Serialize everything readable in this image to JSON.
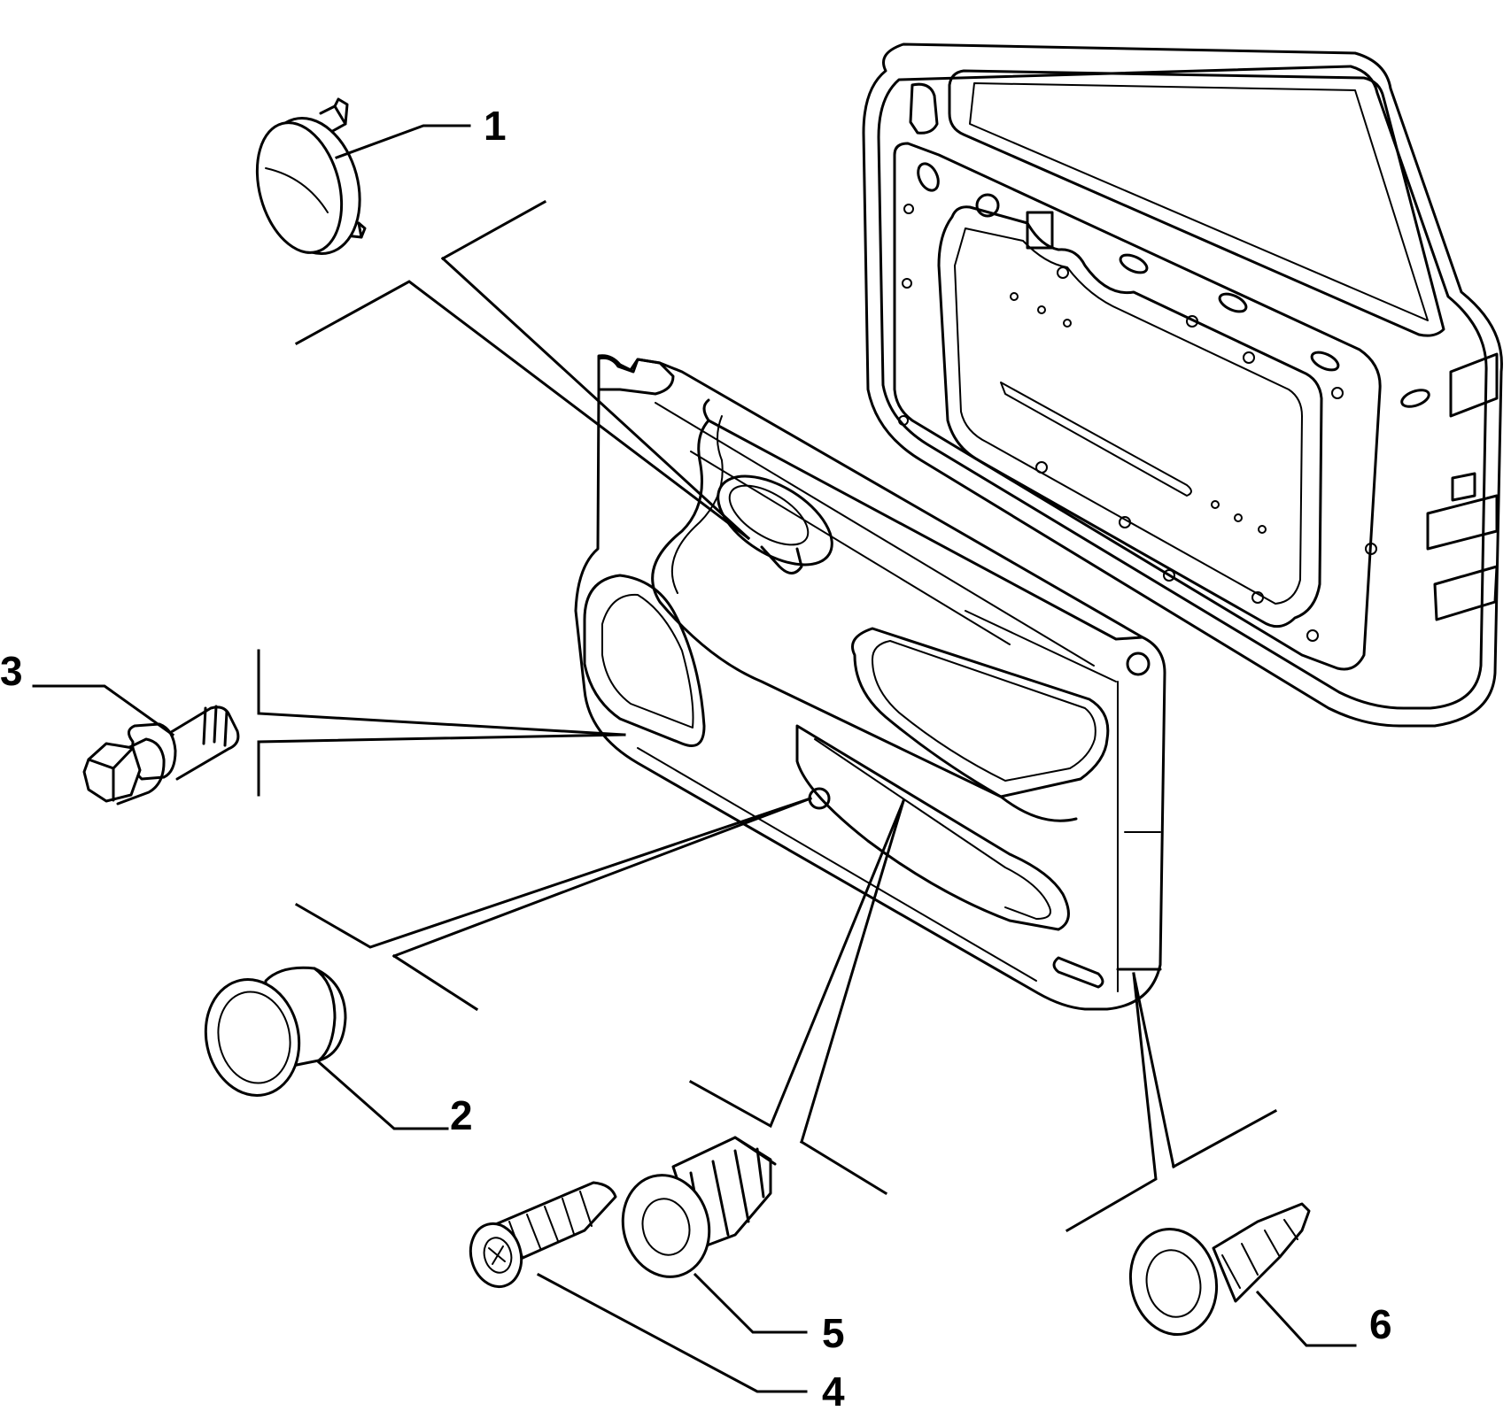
{
  "callouts": [
    {
      "id": "1",
      "label": "1"
    },
    {
      "id": "2",
      "label": "2"
    },
    {
      "id": "3",
      "label": "3"
    },
    {
      "id": "4",
      "label": "4"
    },
    {
      "id": "5",
      "label": "5"
    },
    {
      "id": "6",
      "label": "6"
    }
  ],
  "parts": [
    {
      "callout": "1",
      "icon": "round-plug-cap-icon"
    },
    {
      "callout": "2",
      "icon": "cylindrical-bushing-icon"
    },
    {
      "callout": "3",
      "icon": "stud-bolt-icon"
    },
    {
      "callout": "4",
      "icon": "self-tapping-screw-icon"
    },
    {
      "callout": "5",
      "icon": "split-rivet-clip-icon"
    },
    {
      "callout": "6",
      "icon": "fir-tree-push-clip-icon"
    }
  ],
  "assemblies": [
    {
      "icon": "door-trim-panel-icon"
    },
    {
      "icon": "door-inner-frame-icon"
    }
  ]
}
